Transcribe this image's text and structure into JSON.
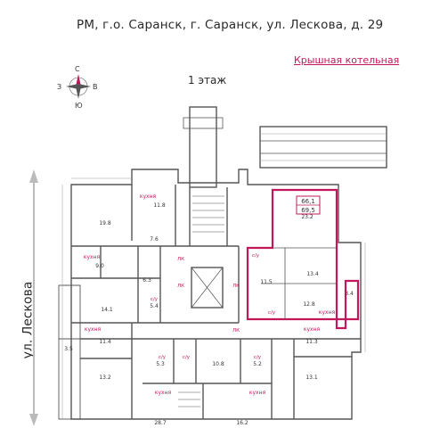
{
  "header": {
    "address": "РМ, г.о. Саранск, г. Саранск, ул. Лескова, д. 29"
  },
  "links": {
    "roof_boiler": "Крышная котельная"
  },
  "floor_label": "1 этаж",
  "street_label": "ул. Лескова",
  "compass": {
    "north": "С",
    "east": "В",
    "south": "Ю",
    "west": "З",
    "accent": "#c2185b"
  },
  "highlight": {
    "color": "#c2185b",
    "room_number": "66,1",
    "room_area": "69,5"
  },
  "rooms": [
    {
      "label": "кухня",
      "area": "11.8"
    },
    {
      "label": "",
      "area": "19.8"
    },
    {
      "label": "",
      "area": "23.2"
    },
    {
      "label": "кухня",
      "area": "9.0"
    },
    {
      "label": "",
      "area": "6.3"
    },
    {
      "label": "",
      "area": "7.6"
    },
    {
      "label": "",
      "area": "13.4"
    },
    {
      "label": "",
      "area": "12.8"
    },
    {
      "label": "",
      "area": "11.5"
    },
    {
      "label": "",
      "area": "14.1"
    },
    {
      "label": "кухня",
      "area": ""
    },
    {
      "label": "",
      "area": "11.4"
    },
    {
      "label": "",
      "area": "13.2"
    },
    {
      "label": "",
      "area": "10.8"
    },
    {
      "label": "кухня",
      "area": "11.3"
    },
    {
      "label": "",
      "area": "13.1"
    },
    {
      "label": "кухня",
      "area": ""
    },
    {
      "label": "",
      "area": "28.7"
    },
    {
      "label": "",
      "area": "16.2"
    },
    {
      "label": "",
      "area": "5.4"
    },
    {
      "label": "",
      "area": "5.3"
    },
    {
      "label": "",
      "area": "5.2"
    },
    {
      "label": "",
      "area": "3.4"
    },
    {
      "label": "",
      "area": "3.5"
    },
    {
      "label": "кухня",
      "area": ""
    },
    {
      "label": "кухня",
      "area": ""
    }
  ],
  "wc_label": "с/у",
  "stair_tag": "ЛК",
  "sections": [
    "ЛК",
    "ЛК",
    "ЛК",
    "ЛК"
  ]
}
